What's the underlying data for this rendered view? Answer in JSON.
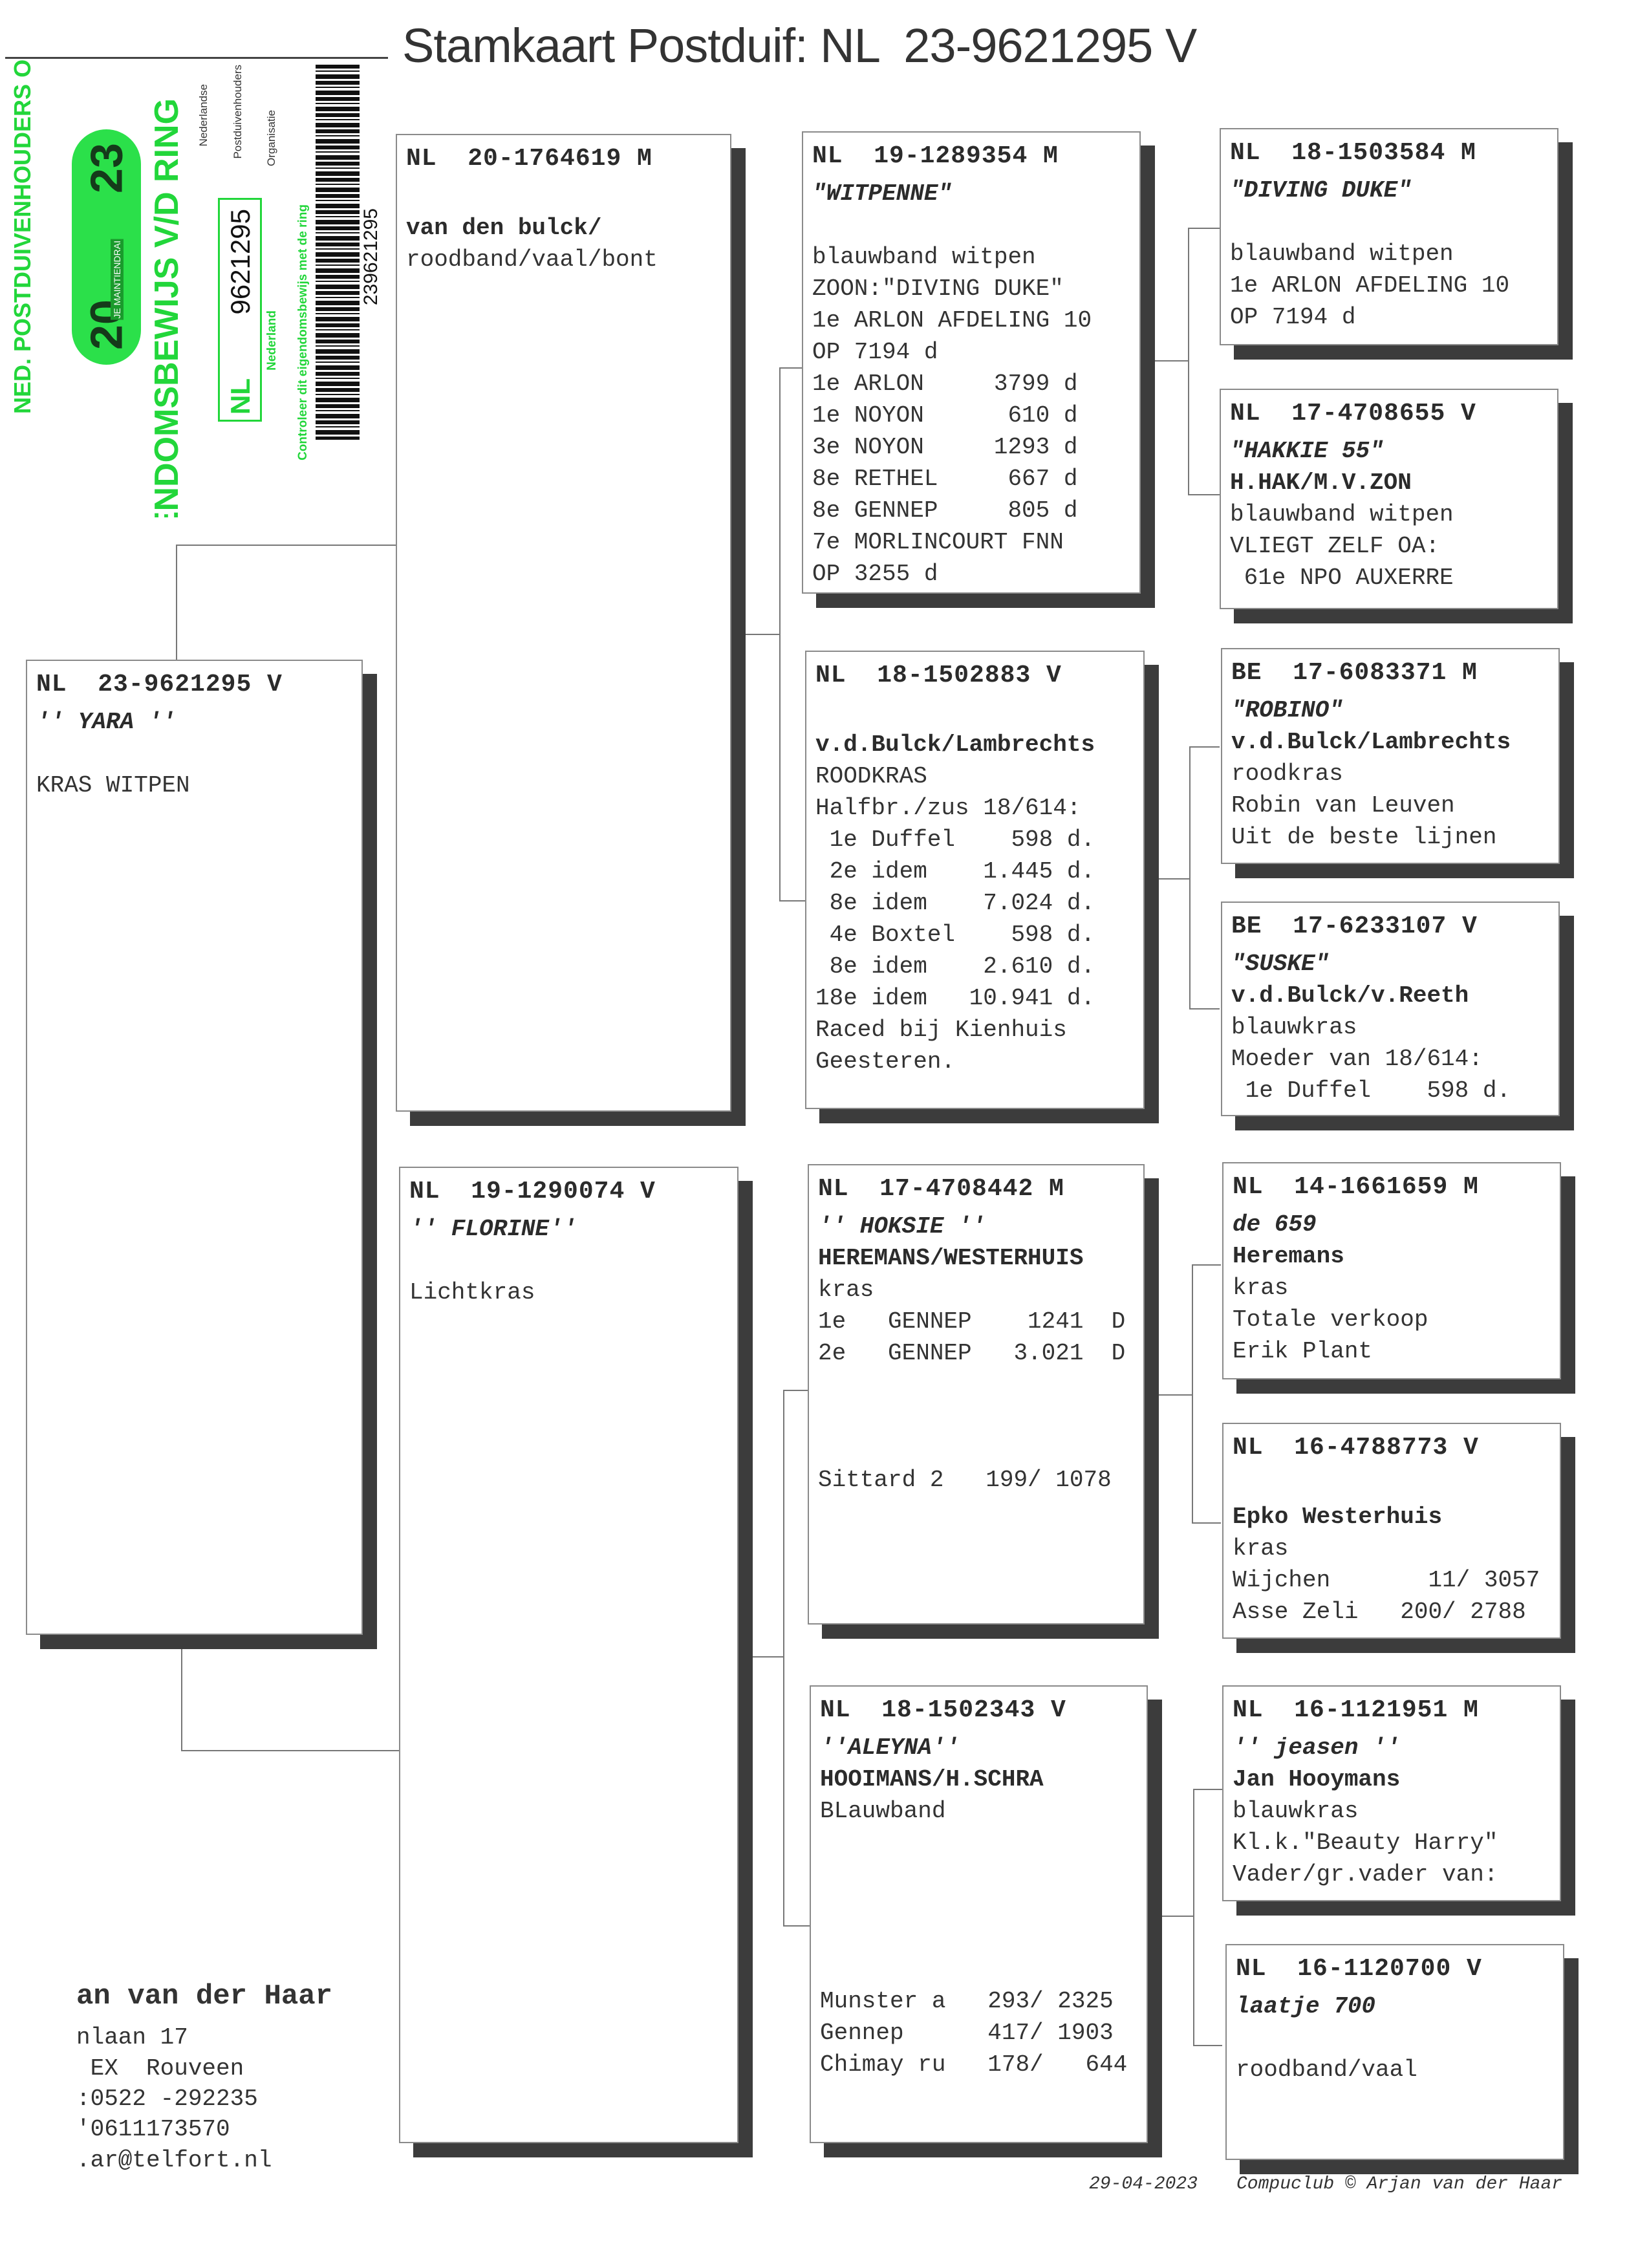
{
  "title": "Stamkaart Postduif: NL  23-9621295 V",
  "certificate": {
    "org": "NED. POSTDUIVENHOUDERS ORGANISATIE",
    "year_left": "20",
    "year_right": "23",
    "motto": "JE MAINTIENDRAI",
    "heading": "EIGENDOMSBEWIJS V/D RING",
    "country": "NL",
    "ring_number": "9621295",
    "npo_line1": "Nederlandse",
    "npo_line2": "Postduivenhouders",
    "npo_line3": "Organisatie",
    "nederland": "Nederland",
    "check_text": "Controleer dit eigendomsbewijs met de ring",
    "barcode_number": "239621295",
    "accent_color": "#22d63a"
  },
  "pedigree": {
    "subject": [
      [
        "NL  23-9621295 V",
        "h"
      ],
      [
        "'' YARA ''",
        "bi"
      ],
      [
        "",
        ""
      ],
      [
        "KRAS WITPEN",
        ""
      ]
    ],
    "sire": [
      [
        "NL  20-1764619 M",
        "h"
      ],
      [
        "",
        ""
      ],
      [
        "van den bulck/",
        "b"
      ],
      [
        "roodband/vaal/bont",
        ""
      ]
    ],
    "dam": [
      [
        "NL  19-1290074 V",
        "h"
      ],
      [
        "'' FLORINE''",
        "bi"
      ],
      [
        "",
        ""
      ],
      [
        "Lichtkras",
        ""
      ]
    ],
    "sire_sire": [
      [
        "NL  19-1289354 M",
        "h"
      ],
      [
        "\"WITPENNE\"",
        "bi"
      ],
      [
        "",
        ""
      ],
      [
        "blauwband witpen",
        ""
      ],
      [
        "ZOON:\"DIVING DUKE\"",
        ""
      ],
      [
        "1e ARLON AFDELING 10",
        ""
      ],
      [
        "OP 7194 d",
        ""
      ],
      [
        "1e ARLON     3799 d",
        ""
      ],
      [
        "1e NOYON      610 d",
        ""
      ],
      [
        "3e NOYON     1293 d",
        ""
      ],
      [
        "8e RETHEL     667 d",
        ""
      ],
      [
        "8e GENNEP     805 d",
        ""
      ],
      [
        "7e MORLINCOURT FNN",
        ""
      ],
      [
        "OP 3255 d",
        ""
      ]
    ],
    "sire_dam": [
      [
        "NL  18-1502883 V",
        "h"
      ],
      [
        "",
        ""
      ],
      [
        "v.d.Bulck/Lambrechts",
        "b"
      ],
      [
        "ROODKRAS",
        ""
      ],
      [
        "Halfbr./zus 18/614:",
        ""
      ],
      [
        " 1e Duffel    598 d.",
        ""
      ],
      [
        " 2e idem    1.445 d.",
        ""
      ],
      [
        " 8e idem    7.024 d.",
        ""
      ],
      [
        " 4e Boxtel    598 d.",
        ""
      ],
      [
        " 8e idem    2.610 d.",
        ""
      ],
      [
        "18e idem   10.941 d.",
        ""
      ],
      [
        "Raced bij Kienhuis",
        ""
      ],
      [
        "Geesteren.",
        ""
      ]
    ],
    "dam_sire": [
      [
        "NL  17-4708442 M",
        "h"
      ],
      [
        "'' HOKSIE ''",
        "bi"
      ],
      [
        "HEREMANS/WESTERHUIS",
        "b"
      ],
      [
        "kras",
        ""
      ],
      [
        "1e   GENNEP    1241  D",
        ""
      ],
      [
        "2e   GENNEP   3.021  D",
        ""
      ],
      [
        "",
        ""
      ],
      [
        "",
        ""
      ],
      [
        "",
        ""
      ],
      [
        "Sittard 2   199/ 1078",
        ""
      ]
    ],
    "dam_dam": [
      [
        "NL  18-1502343 V",
        "h"
      ],
      [
        "''ALEYNA''",
        "bi"
      ],
      [
        "HOOIMANS/H.SCHRA",
        "b"
      ],
      [
        "BLauwband",
        ""
      ],
      [
        "",
        ""
      ],
      [
        "",
        ""
      ],
      [
        "",
        ""
      ],
      [
        "",
        ""
      ],
      [
        "",
        ""
      ],
      [
        "Munster a   293/ 2325",
        ""
      ],
      [
        "Gennep      417/ 1903",
        ""
      ],
      [
        "Chimay ru   178/   644",
        ""
      ]
    ],
    "ss_sire": [
      [
        "NL  18-1503584 M",
        "h"
      ],
      [
        "\"DIVING DUKE\"",
        "bi"
      ],
      [
        "",
        ""
      ],
      [
        "blauwband witpen",
        ""
      ],
      [
        "1e ARLON AFDELING 10",
        ""
      ],
      [
        "OP 7194 d",
        ""
      ]
    ],
    "ss_dam": [
      [
        "NL  17-4708655 V",
        "h"
      ],
      [
        "\"HAKKIE 55\"",
        "bi"
      ],
      [
        "H.HAK/M.V.ZON",
        "b"
      ],
      [
        "blauwband witpen",
        ""
      ],
      [
        "VLIEGT ZELF OA:",
        ""
      ],
      [
        " 61e NPO AUXERRE",
        ""
      ]
    ],
    "sd_sire": [
      [
        "BE  17-6083371 M",
        "h"
      ],
      [
        "\"ROBINO\"",
        "bi"
      ],
      [
        "v.d.Bulck/Lambrechts",
        "b"
      ],
      [
        "roodkras",
        ""
      ],
      [
        "Robin van Leuven",
        ""
      ],
      [
        "Uit de beste lijnen",
        ""
      ]
    ],
    "sd_dam": [
      [
        "BE  17-6233107 V",
        "h"
      ],
      [
        "\"SUSKE\"",
        "bi"
      ],
      [
        "v.d.Bulck/v.Reeth",
        "b"
      ],
      [
        "blauwkras",
        ""
      ],
      [
        "Moeder van 18/614:",
        ""
      ],
      [
        " 1e Duffel    598 d.",
        ""
      ]
    ],
    "ds_sire": [
      [
        "NL  14-1661659 M",
        "h"
      ],
      [
        "de 659",
        "bi"
      ],
      [
        "Heremans",
        "b"
      ],
      [
        "kras",
        ""
      ],
      [
        "Totale verkoop",
        ""
      ],
      [
        "Erik Plant",
        ""
      ]
    ],
    "ds_dam": [
      [
        "NL  16-4788773 V",
        "h"
      ],
      [
        "",
        ""
      ],
      [
        "Epko Westerhuis",
        "b"
      ],
      [
        "kras",
        ""
      ],
      [
        "Wijchen       11/ 3057",
        ""
      ],
      [
        "Asse Zeli   200/ 2788",
        ""
      ]
    ],
    "dd_sire": [
      [
        "NL  16-1121951 M",
        "h"
      ],
      [
        "'' jeasen ''",
        "bi"
      ],
      [
        "Jan Hooymans",
        "b"
      ],
      [
        "blauwkras",
        ""
      ],
      [
        "Kl.k.\"Beauty Harry\"",
        ""
      ],
      [
        "Vader/gr.vader van:",
        ""
      ]
    ],
    "dd_dam": [
      [
        "NL  16-1120700 V",
        "h"
      ],
      [
        "laatje 700",
        "bi"
      ],
      [
        "",
        ""
      ],
      [
        "roodband/vaal",
        ""
      ]
    ]
  },
  "owner": {
    "name": "an van der Haar",
    "street": "nlaan 17",
    "city": " EX  Rouveen",
    "phone": ":0522 -292235",
    "mobile": "'0611173570",
    "email": ".ar@telfort.nl"
  },
  "footer": {
    "date": "29-04-2023",
    "credit": "Compuclub © Arjan van der Haar"
  }
}
